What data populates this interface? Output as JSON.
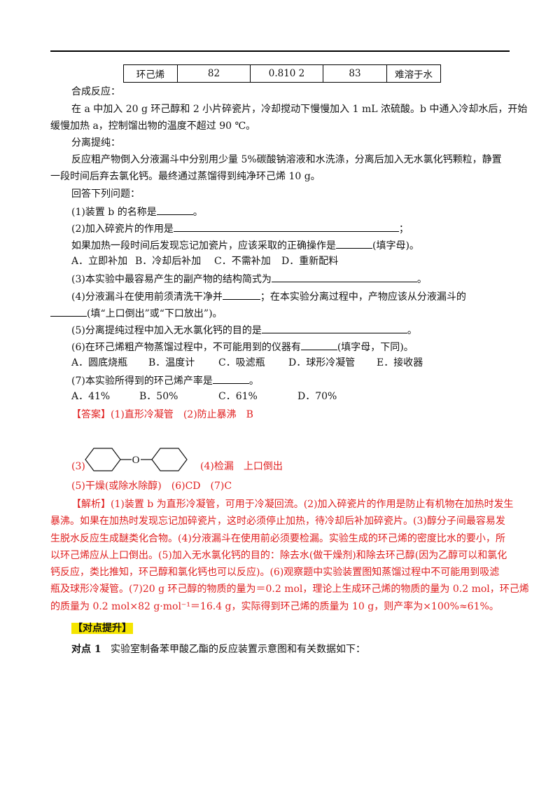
{
  "table": {
    "cells": [
      "环己烯",
      "82",
      "0.810 2",
      "83",
      "难溶于水"
    ]
  },
  "synthesis": {
    "heading": "合成反应：",
    "p1": "在 a 中加入 20 g 环己醇和 2 小片碎瓷片，冷却搅动下慢慢加入 1 mL 浓硫酸。b 中通入冷却水后，开始",
    "p2": "缓慢加热 a，控制馏出物的温度不超过 90 ℃。"
  },
  "separation": {
    "heading": "分离提纯：",
    "p1": "反应粗产物倒入分液漏斗中分别用少量 5%碳酸钠溶液和水洗涤，分离后加入无水氯化钙颗粒，静置",
    "p2": "一段时间后弃去氯化钙。最终通过蒸馏得到纯净环己烯 10 g。"
  },
  "questions": {
    "intro": "回答下列问题：",
    "q1a": "(1)装置 b 的名称是",
    "q1b": "。",
    "q2a": "(2)加入碎瓷片的作用是",
    "q2b": "；",
    "q2c": "如果加热一段时间后发现忘记加瓷片，应该采取的正确操作是",
    "q2d": "(填字母)。",
    "q2_opts": [
      "A．立即补加",
      "B．冷却后补加",
      "C．不需补加",
      "D．重新配料"
    ],
    "q3a": "(3)本实验中最容易产生的副产物的结构简式为",
    "q3b": "。",
    "q4a": "(4)分液漏斗在使用前须清洗干净并",
    "q4b": "；在本实验分离过程中，产物应该从分液漏斗的",
    "q4c": "(填“上口倒出”或“下口放出”)。",
    "q5a": "(5)分离提纯过程中加入无水氯化钙的目的是",
    "q5b": "。",
    "q6a": "(6)在环己烯粗产物蒸馏过程中，不可能用到的仪器有",
    "q6b": "(填字母，下同)。",
    "q6_opts": [
      "A．圆底烧瓶",
      "B．温度计",
      "C．吸滤瓶",
      "D．球形冷凝管",
      "E．接收器"
    ],
    "q7a": "(7)本实验所得到的环己烯产率是",
    "q7b": "。",
    "q7_opts": [
      "A．41%",
      "B．50%",
      "C．61%",
      "D．70%"
    ]
  },
  "answer": {
    "label": "【答案】",
    "l1": "(1)直形冷凝管　(2)防止暴沸　B",
    "l2a": "(3)",
    "l2b": "(4)检漏　上口倒出",
    "struct_atom": "O",
    "l3": "(5)干燥(或除水除醇)　(6)CD　(7)C"
  },
  "analysis": {
    "label": "【解析】",
    "l1": "(1)装置 b 为直形冷凝管，可用于冷凝回流。(2)加入碎瓷片的作用是防止有机物在加热时发生",
    "l2": "暴沸。如果在加热时发现忘记加碎瓷片，这时必须停止加热，待冷却后补加碎瓷片。(3)醇分子间最容易发",
    "l3": "生脱水反应生成醚类化合物。(4)分液漏斗在使用前必须要检漏。实验生成的环己烯的密度比水的要小，所",
    "l4": "以环己烯应从上口倒出。(5)加入无水氯化钙的目的：除去水(做干燥剂)和除去环己醇(因为乙醇可以和氯化",
    "l5": "钙反应，类比推知，环己醇和氯化钙也可以反应)。(6)观察题中实验装置图知蒸馏过程中不可能用到吸滤",
    "l6": "瓶及球形冷凝管。(7)20 g 环己醇的物质的量为＝0.2 mol，理论上生成环己烯的物质的量为 0.2 mol，环己烯",
    "l7": "的质量为 0.2 mol×82 g·mol⁻¹＝16.4 g，实际得到环己烯的质量为 10 g，则产率为×100%≈61%。"
  },
  "section": {
    "title": "【对点提升】"
  },
  "point1": {
    "label": "对点 1",
    "text": "实验室制备苯甲酸乙酯的反应装置示意图和有关数据如下："
  }
}
